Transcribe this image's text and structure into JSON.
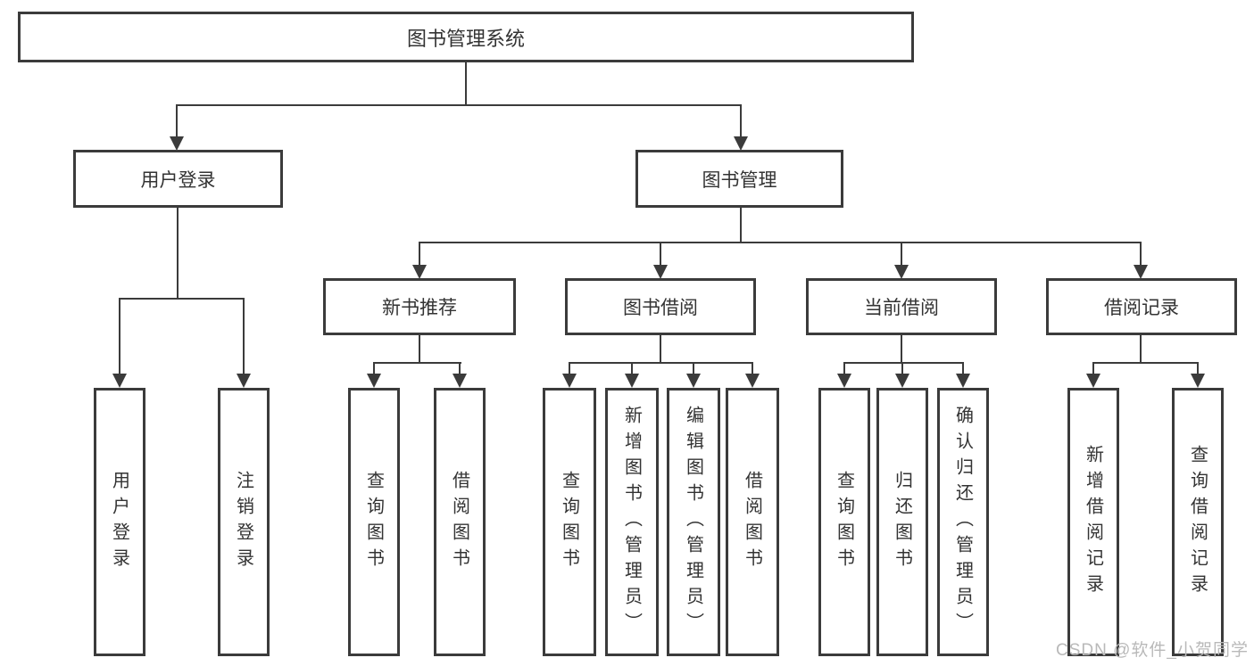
{
  "diagram": {
    "root": {
      "label": "图书管理系统"
    },
    "user_login": {
      "label": "用户登录",
      "children": [
        {
          "label": "用户登录"
        },
        {
          "label": "注销登录"
        }
      ]
    },
    "book_management": {
      "label": "图书管理",
      "children": [
        {
          "label": "新书推荐",
          "children": [
            {
              "label": "查询图书"
            },
            {
              "label": "借阅图书"
            }
          ]
        },
        {
          "label": "图书借阅",
          "children": [
            {
              "label": "查询图书"
            },
            {
              "label": "新增图书（管理员）"
            },
            {
              "label": "编辑图书（管理员）"
            },
            {
              "label": "借阅图书"
            }
          ]
        },
        {
          "label": "当前借阅",
          "children": [
            {
              "label": "查询图书"
            },
            {
              "label": "归还图书"
            },
            {
              "label": "确认归还（管理员）"
            }
          ]
        },
        {
          "label": "借阅记录",
          "children": [
            {
              "label": "新增借阅记录"
            },
            {
              "label": "查询借阅记录"
            }
          ]
        }
      ]
    }
  },
  "watermark": {
    "text": "CSDN @软件_小贺同学"
  },
  "colors": {
    "line": "#3b3b3b",
    "text": "#333333",
    "watermark": "#b9b9b9",
    "background": "#ffffff"
  }
}
